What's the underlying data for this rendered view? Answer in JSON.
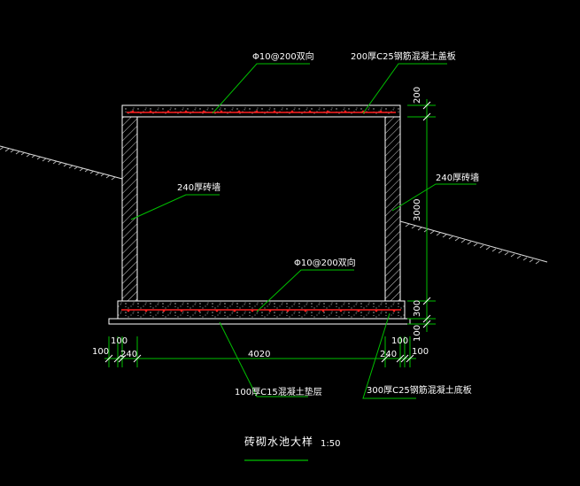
{
  "labels": {
    "top_rebar": "Φ10@200双向",
    "top_slab": "200厚C25钢筋混凝土盖板",
    "wall_left": "240厚砖墙",
    "wall_right": "240厚砖墙",
    "bottom_rebar": "Φ10@200双向",
    "cushion": "100厚C15混凝土垫层",
    "bottom_slab": "300厚C25钢筋混凝土底板"
  },
  "dimensions": {
    "right_top": "200",
    "right_mid": "3000",
    "right_bottom": "300",
    "right_last": "100",
    "bottom_100_left_a": "100",
    "bottom_100_left_b": "100",
    "bottom_240_left": "240",
    "bottom_4020": "4020",
    "bottom_240_right": "240",
    "bottom_100_right_a": "100",
    "bottom_100_right_b": "100"
  },
  "title": {
    "text": "砖砌水池大样",
    "scale": "1:50"
  },
  "colors": {
    "background": "#000000",
    "outline": "#ffffff",
    "leader": "#00c000",
    "rebar": "#ff2020",
    "hatch": "#d0d0d0"
  }
}
